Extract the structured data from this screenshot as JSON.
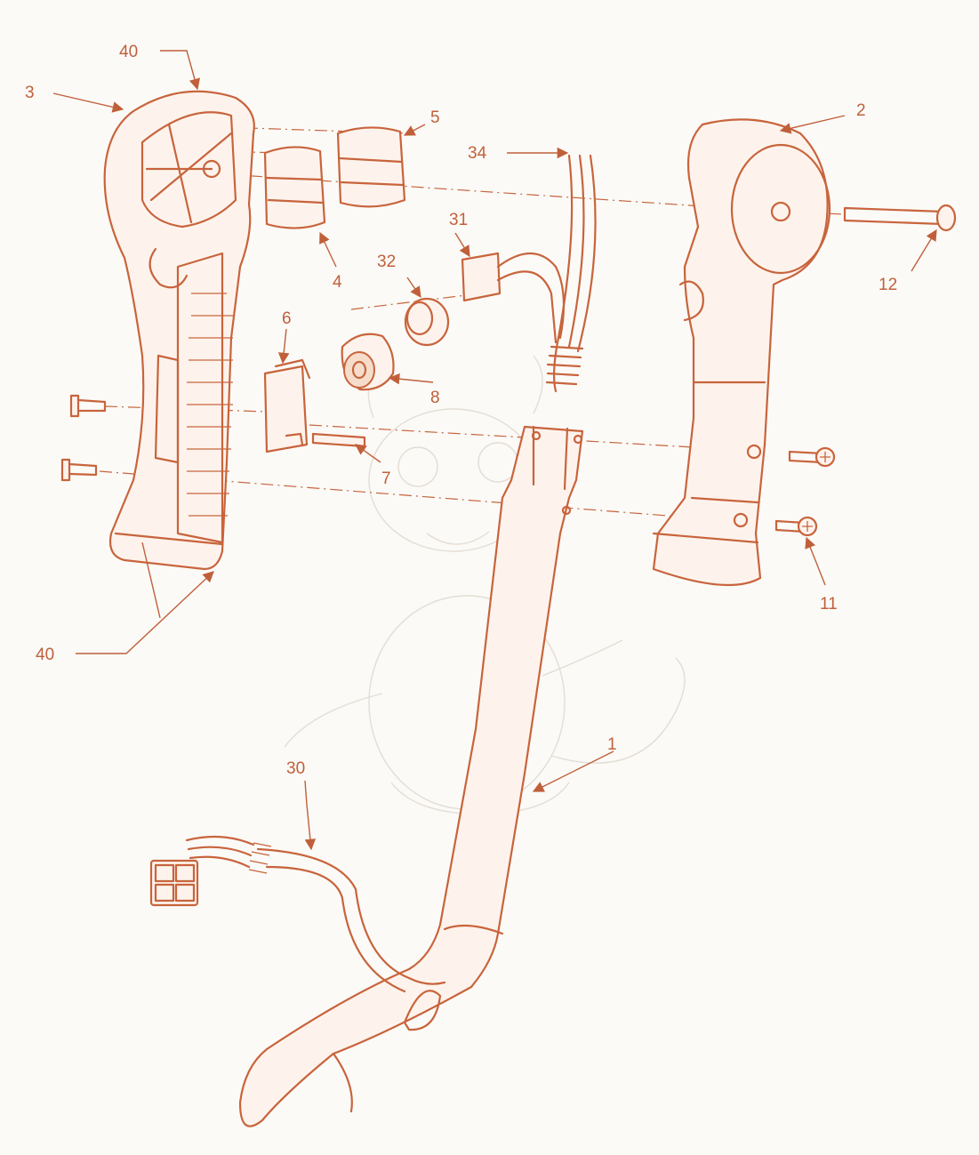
{
  "colors": {
    "line": "#c8643c",
    "label": "#c0603a",
    "background": "#fbfaf7"
  },
  "callouts": [
    {
      "id": "c40-top",
      "text": "40"
    },
    {
      "id": "c3",
      "text": "3"
    },
    {
      "id": "c5",
      "text": "5"
    },
    {
      "id": "c2",
      "text": "2"
    },
    {
      "id": "c34",
      "text": "34"
    },
    {
      "id": "c31",
      "text": "31"
    },
    {
      "id": "c32",
      "text": "32"
    },
    {
      "id": "c4",
      "text": "4"
    },
    {
      "id": "c12",
      "text": "12"
    },
    {
      "id": "c6",
      "text": "6"
    },
    {
      "id": "c8",
      "text": "8"
    },
    {
      "id": "c7",
      "text": "7"
    },
    {
      "id": "c11",
      "text": "11"
    },
    {
      "id": "c40-bottom",
      "text": "40"
    },
    {
      "id": "c1",
      "text": "1"
    },
    {
      "id": "c30",
      "text": "30"
    }
  ]
}
